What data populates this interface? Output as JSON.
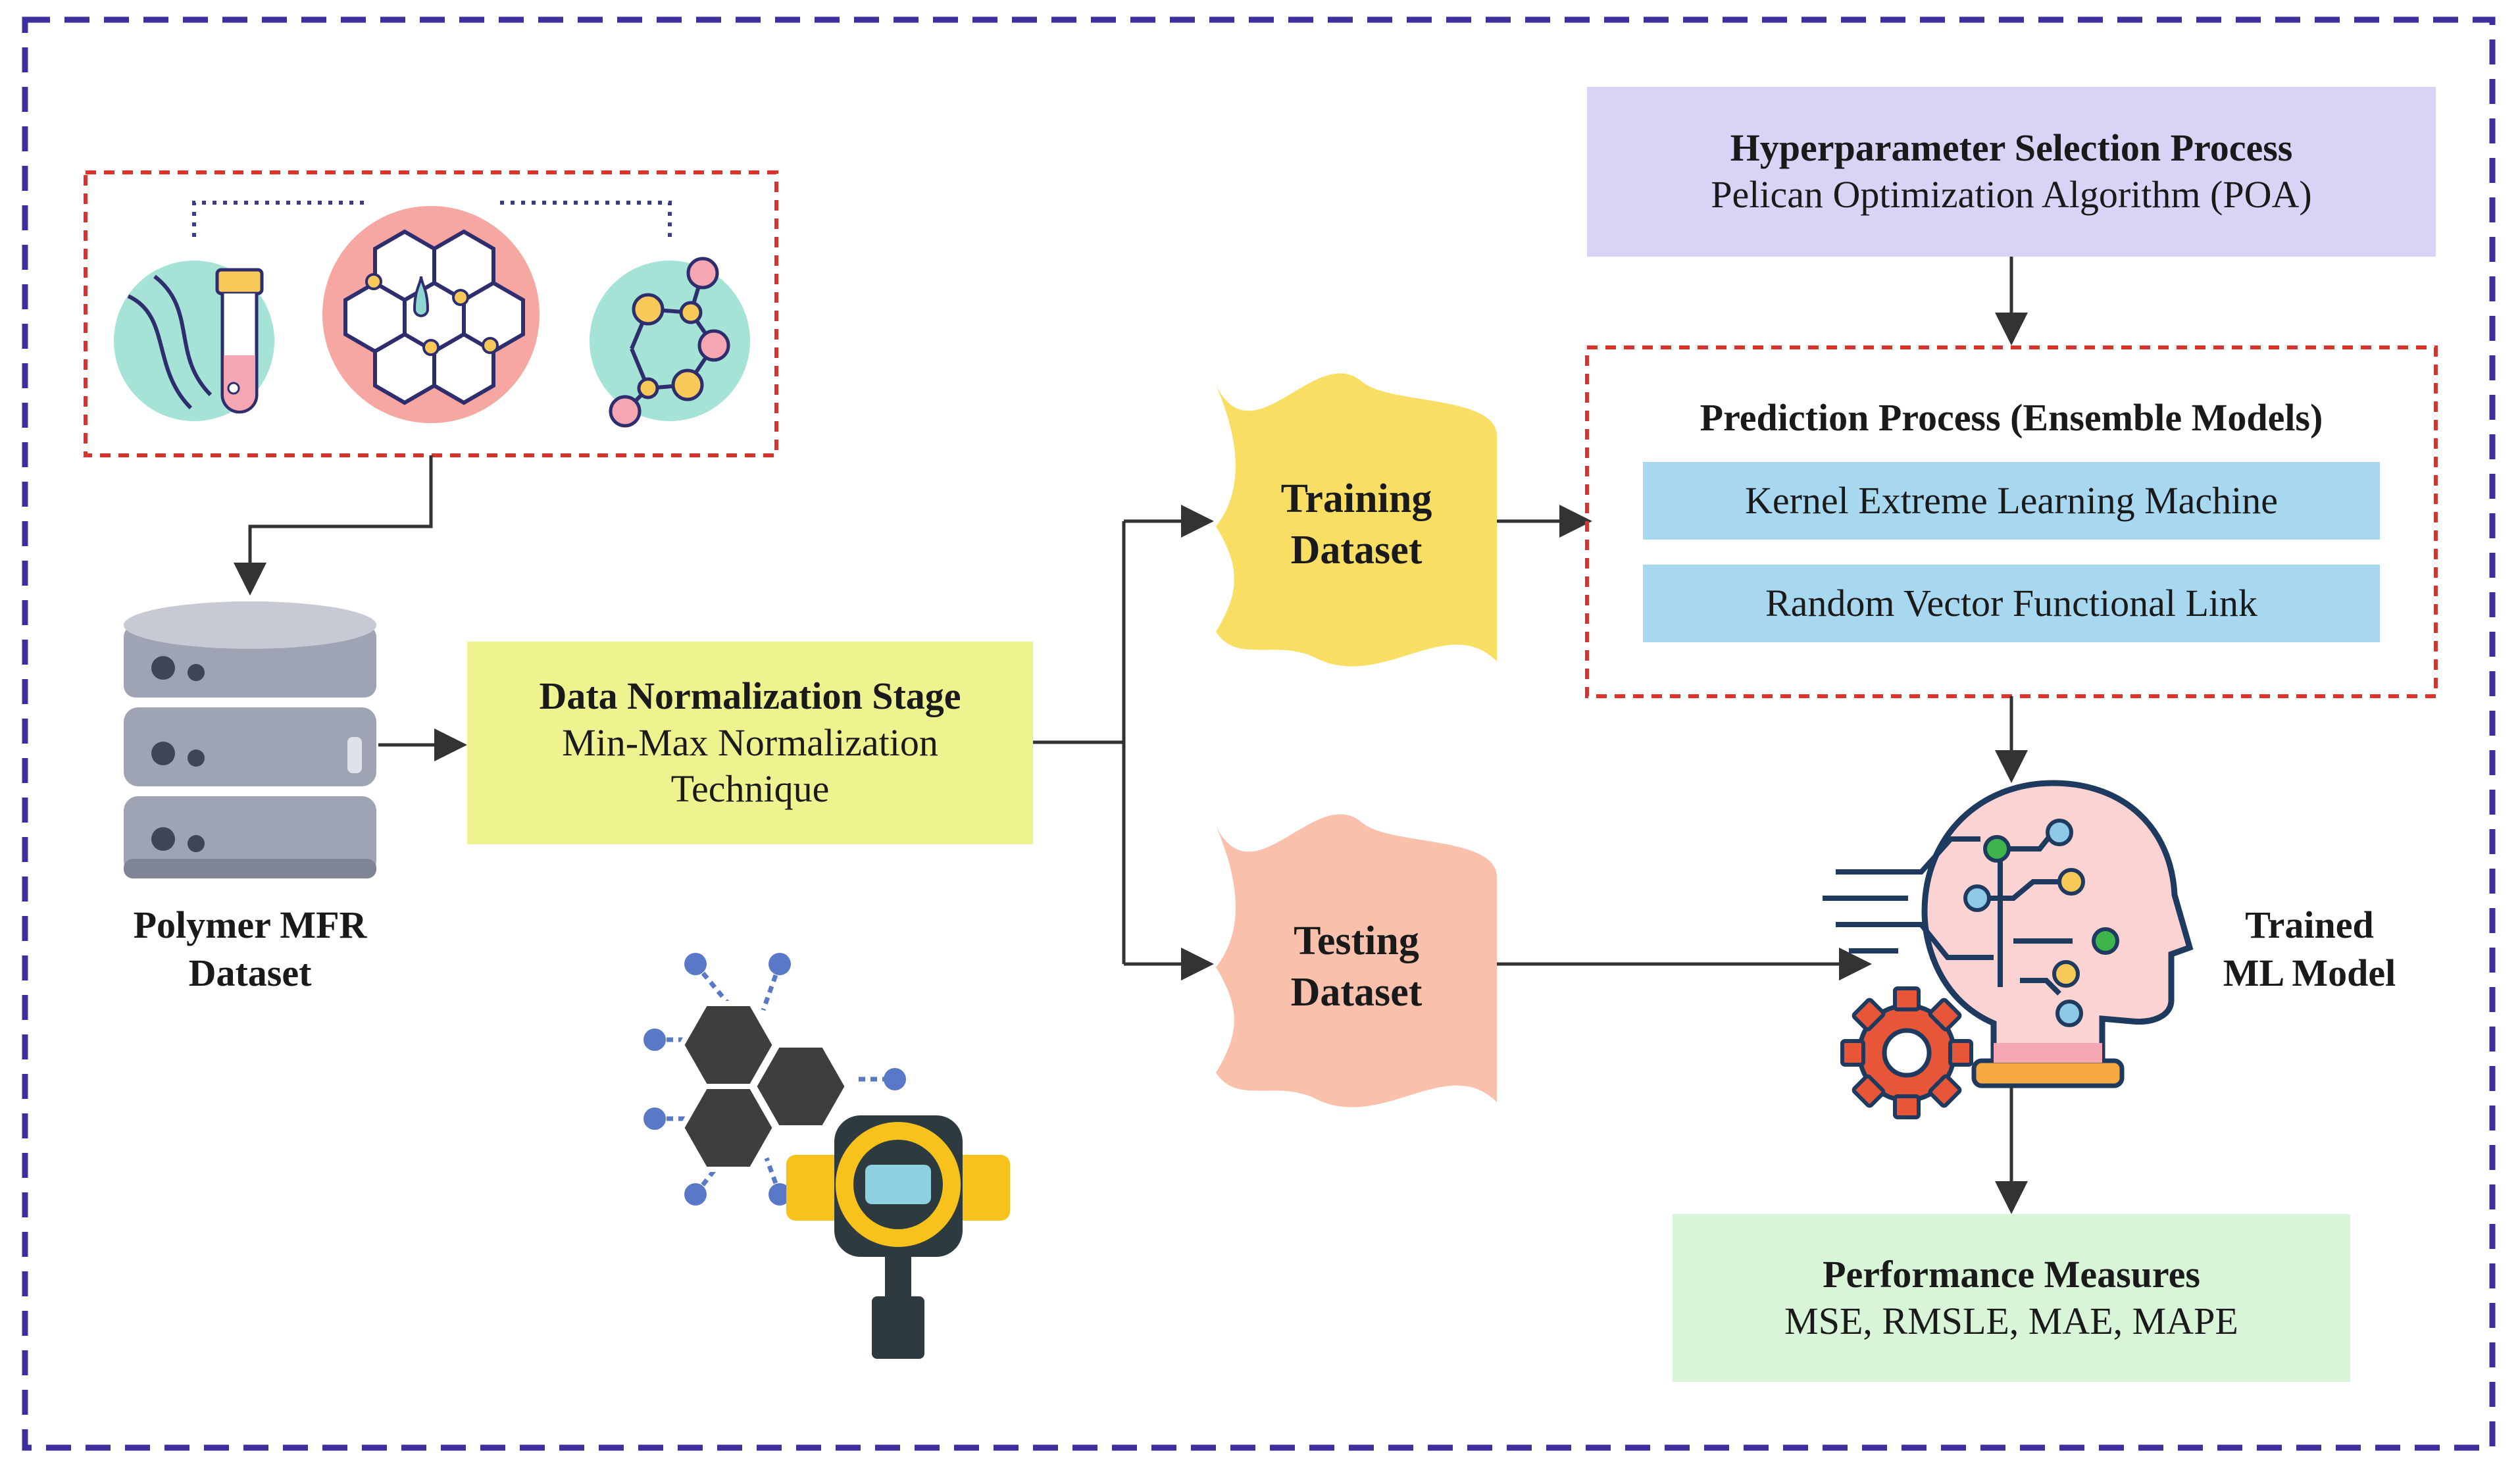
{
  "hyperparameter": {
    "title": "Hyperparameter Selection Process",
    "subtitle": "Pelican Optimization Algorithm (POA)"
  },
  "prediction": {
    "title": "Prediction Process (Ensemble Models)",
    "models": [
      "Kernel Extreme Learning Machine",
      "Random Vector Functional Link"
    ]
  },
  "normalization": {
    "title": "Data Normalization Stage",
    "line1": "Min-Max Normalization",
    "line2": "Technique"
  },
  "dataset": {
    "line1": "Polymer MFR",
    "line2": "Dataset"
  },
  "training": {
    "line1": "Training",
    "line2": "Dataset"
  },
  "testing": {
    "line1": "Testing",
    "line2": "Dataset"
  },
  "model": {
    "line1": "Trained",
    "line2": "ML Model"
  },
  "performance": {
    "title": "Performance Measures",
    "metrics": "MSE, RMSLE, MAE, MAPE"
  },
  "colors": {
    "outer_border": "#3d2f9e",
    "hyperparameter_fill": "#d9d4f5",
    "normalization_fill": "#eef38f",
    "model_fill": "#a8d8ef",
    "performance_fill": "#d8f5d8",
    "training_fill": "#f8df63",
    "testing_fill": "#f9c0ac",
    "dashed_red": "#d9342b",
    "arrow": "#333333"
  },
  "icons": [
    "dna-icon",
    "test-tube-icon",
    "molecule-icon",
    "hexagon-network-icon",
    "database-icon",
    "ai-head-icon",
    "gear-icon",
    "sensor-device-icon"
  ]
}
